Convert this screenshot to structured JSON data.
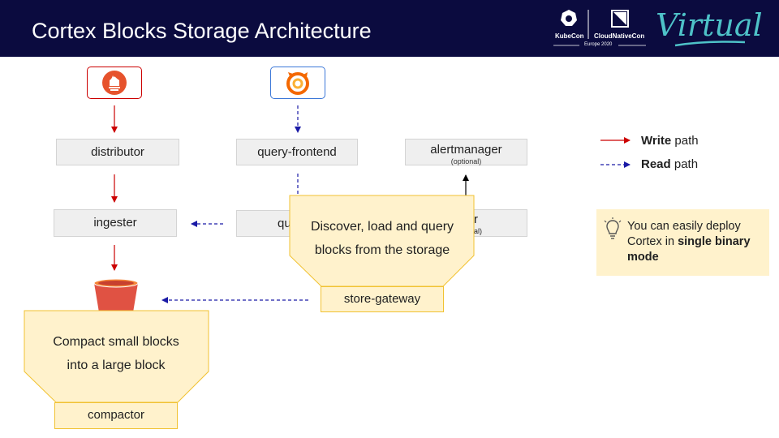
{
  "header": {
    "title": "Cortex Blocks Storage Architecture",
    "logo": {
      "kubecon": "KubeCon",
      "cloudnativecon": "CloudNativeCon",
      "event": "Europe 2020",
      "virtual": "Virtual"
    }
  },
  "components": {
    "prometheus_icon": "prometheus-logo",
    "grafana_icon": "grafana-logo",
    "distributor": "distributor",
    "query_frontend": "query-frontend",
    "alertmanager": "alertmanager",
    "alertmanager_note": "(optional)",
    "ingester": "ingester",
    "querier_visible": "qu",
    "ruler_visible": "r",
    "ruler_note_visible": "al)",
    "bucket_icon": "object-storage-bucket"
  },
  "callouts": {
    "store_gateway": {
      "text_line1": "Discover, load and query",
      "text_line2": "blocks from the storage",
      "label": "store-gateway"
    },
    "compactor": {
      "text_line1": "Compact small blocks",
      "text_line2": "into a large block",
      "label": "compactor"
    }
  },
  "legend": {
    "write": {
      "bold": "Write",
      "rest": " path",
      "color": "#cc0000"
    },
    "read": {
      "bold": "Read",
      "rest": " path",
      "color": "#1a1aa6"
    }
  },
  "tip": {
    "icon": "lightbulb-icon",
    "text_start": "You can easily deploy Cortex in ",
    "text_bold": "single binary mode"
  },
  "colors": {
    "header_bg": "#0b0b3f",
    "write": "#cc0000",
    "read": "#1a1aa6",
    "callout_bg": "#fff2cc",
    "callout_border": "#f1c232",
    "bucket": "#e05243"
  }
}
